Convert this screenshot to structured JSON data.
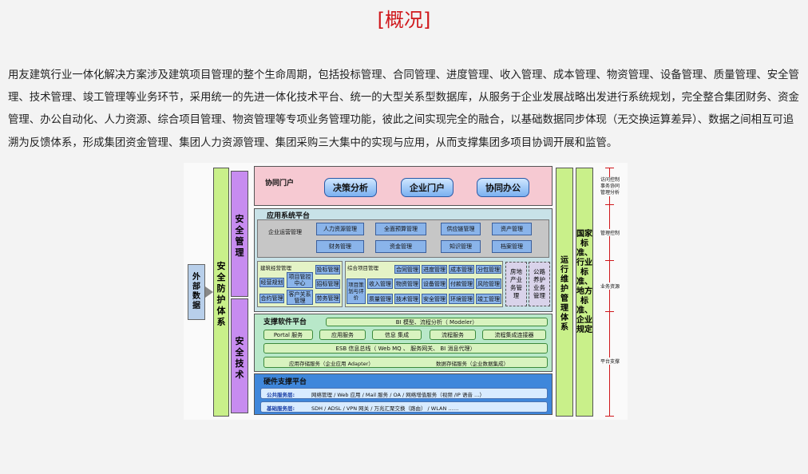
{
  "title": "[概况]",
  "intro": "用友建筑行业一体化解决方案涉及建筑项目管理的整个生命周期，包括投标管理、合同管理、进度管理、收入管理、成本管理、物资管理、设备管理、质量管理、安全管理、技术管理、竣工管理等业务环节，采用统一的先进一体化技术平台、统一的大型关系型数据库，从服务于企业发展战略出发进行系统规划，完全整合集团财务、资金管理、办公自动化、人力资源、综合项目管理、物资管理等专项业务管理功能，彼此之间实现完全的融合，以基础数据同步体现（无交换运算差异）、数据之间相互可追溯为反馈体系，形成集团资金管理、集团人力资源管理、集团采购三大集中的实现与应用，从而支撑集团多项目协调开展和监管。",
  "diagram": {
    "external_data": "外部数据",
    "security_system": "安全防护体系",
    "security_mgmt": "安全管理",
    "security_tech": "安全技术",
    "collab_portal": {
      "title": "协同门户",
      "buttons": [
        "决策分析",
        "企业门户",
        "协同办公"
      ]
    },
    "app_platform": {
      "title": "应用系统平台",
      "enterprise_ops": "企业运营管理",
      "enterprise_cells": [
        "人力资源管理",
        "全面预算管理",
        "供应链管理",
        "资产管理",
        "财务管理",
        "资金管理",
        "知识管理",
        "档案管理"
      ],
      "construction": {
        "title": "建筑经营管理",
        "cells": [
          "投标管理",
          "经营规划",
          "项目管控中心",
          "招标管理",
          "合约管理",
          "客户关系管理",
          "劳务管理"
        ]
      },
      "project": {
        "title": "综合项目管理",
        "row1": [
          "合同管理",
          "进度管理",
          "成本管理",
          "分包管理"
        ],
        "left": "项目策划与评价",
        "row2": [
          "收入管理",
          "物资管理",
          "设备管理",
          "付款管理",
          "风险管理"
        ],
        "row3": [
          "质量管理",
          "技术管理",
          "安全管理",
          "环境管理",
          "竣工管理"
        ]
      },
      "real_estate": "房地产业务管理",
      "highway": "公路养护业务管理"
    },
    "support_platform": {
      "title": "支撑软件平台",
      "bi": "BI 模型、流程分析（ Modeler）",
      "row": [
        "Portal 服务",
        "应用服务",
        "信息  集成",
        "流程服务",
        "流程集成连接器"
      ],
      "esb": "ESB 信息总线（ Web MQ  、 服务网关、  BI 消息代理）",
      "storage_app": "应用存储服务（企业应用      Adapter）",
      "storage_data": "数据存储服务（企业数据集成）"
    },
    "hardware_platform": {
      "title": "硬件支撑平台",
      "public_label": "公共服务层:",
      "public_text": "网络管理  / Web 应用  / Mail 服务  / OA /  网络增值服务（视频  /IP 语音 …）",
      "base_label": "基础服务层:",
      "base_text": "SDH / ADSL / VPN  网关  /  万兆汇聚交换（路由）       / WLAN  ……"
    },
    "ops_system": "运行维护管理体系",
    "standards": "国家标准、行业标准、地方标准、企业规定",
    "scale": {
      "label1": "访问控制\n事务协同\n管理分析",
      "label2": "管理控制",
      "label3": "业务资源",
      "label4": "平台支撑"
    }
  }
}
